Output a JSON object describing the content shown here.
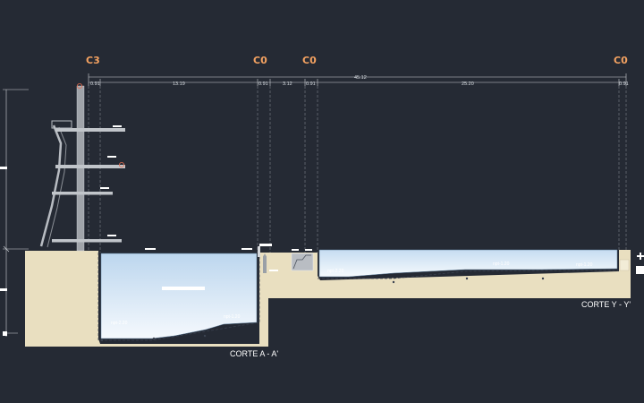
{
  "drawing": {
    "axis_labels": [
      "C3",
      "C0",
      "C0",
      "C0"
    ],
    "top_dimension_total": "45.12",
    "dimensions": [
      "0.91",
      "13.19",
      "0.91",
      "3.12",
      "0.91",
      "25.20",
      "0.91"
    ],
    "pool_levels": {
      "diving_deep": "npt-2.20",
      "diving_shallow": "npt-1.20",
      "lap_left": "npt-2.20",
      "lap_mid": "npt-1.20",
      "lap_right": "npt-1.20"
    },
    "section_titles": {
      "aa": "CORTE A - A'",
      "yy": "CORTE Y - Y'"
    },
    "colors": {
      "background": "#252a34",
      "ground": "#e9dfc0",
      "water_top": "#c9dff3",
      "water_bottom": "#f4f8fc",
      "axis_label": "#f4a261",
      "tower": "#a0a4aa"
    }
  }
}
